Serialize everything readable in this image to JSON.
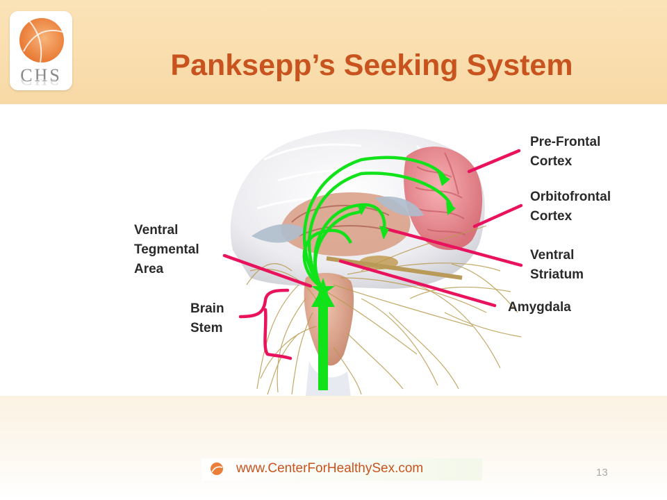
{
  "header": {
    "logo_text": "CHS",
    "title": "Panksepp’s Seeking System"
  },
  "labels": {
    "pre_frontal": [
      "Pre-Frontal",
      "Cortex"
    ],
    "orbitofrontal": [
      "Orbitofrontal",
      "Cortex"
    ],
    "ventral_striatum": [
      "Ventral",
      "Striatum"
    ],
    "amygdala": "Amygdala",
    "vta": [
      "Ventral",
      "Tegmental",
      "Area"
    ],
    "brain_stem": [
      "Brain",
      "Stem"
    ]
  },
  "colors": {
    "title": "#c8531e",
    "pointer": "#e8135c",
    "pathway": "#11e21a"
  },
  "footer": {
    "url": "www.CenterForHealthySex.com",
    "page_number": "13"
  }
}
